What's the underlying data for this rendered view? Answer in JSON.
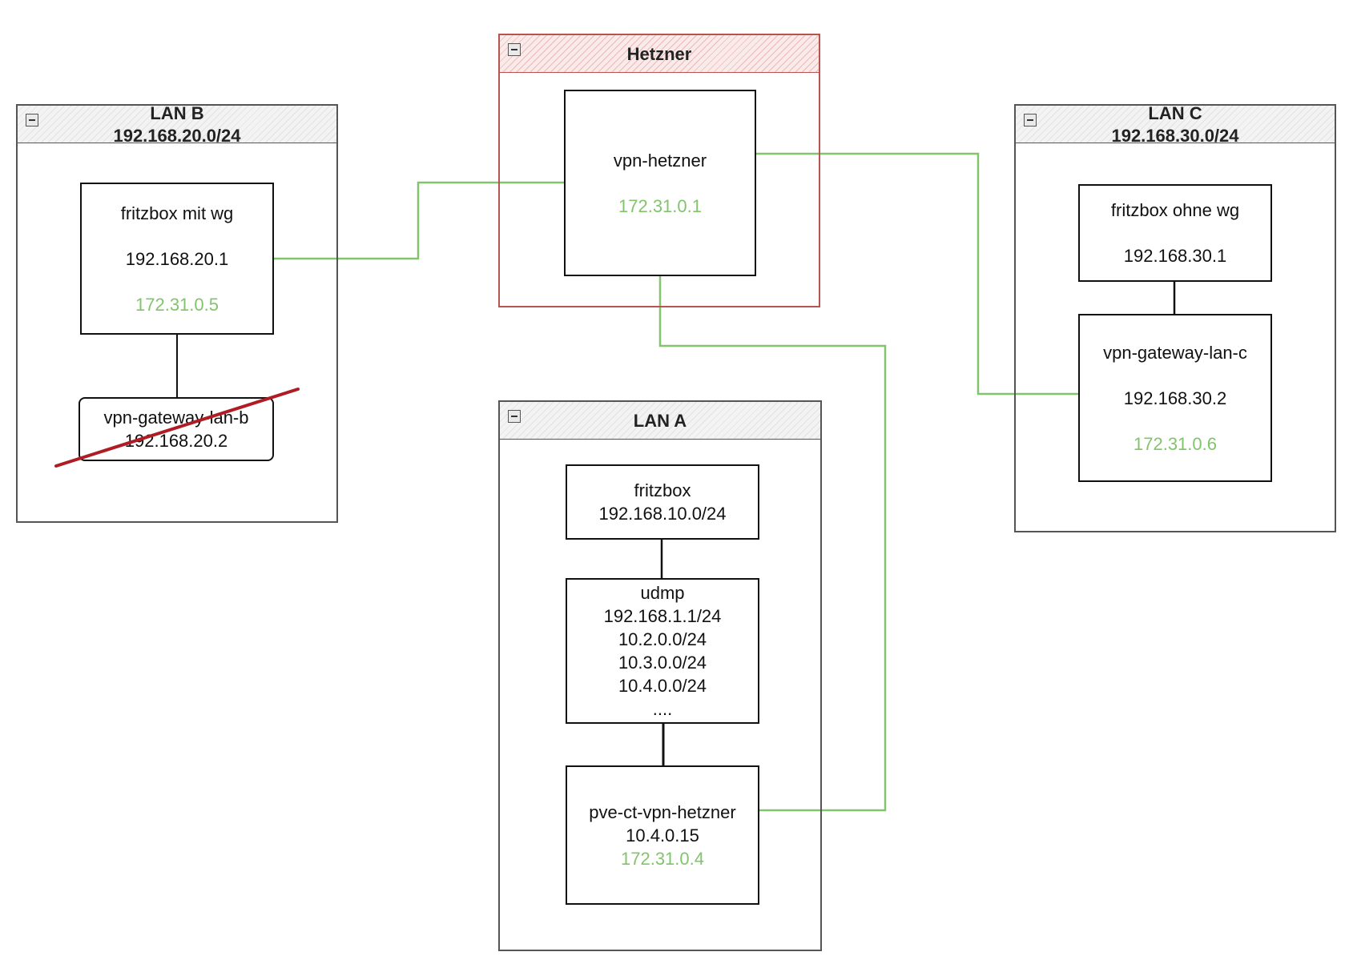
{
  "groups": {
    "lan_b": {
      "title": "LAN B",
      "subnet": "192.168.20.0/24"
    },
    "hetzner": {
      "title": "Hetzner"
    },
    "lan_c": {
      "title": "LAN C",
      "subnet": "192.168.30.0/24"
    },
    "lan_a": {
      "title": "LAN A"
    }
  },
  "nodes": {
    "fritzbox_mit_wg": {
      "name": "fritzbox mit wg",
      "ip": "192.168.20.1",
      "vpn_ip": "172.31.0.5"
    },
    "vpn_gateway_lan_b": {
      "name": "vpn-gateway-lan-b",
      "ip": "192.168.20.2",
      "status": "crossed-out"
    },
    "vpn_hetzner": {
      "name": "vpn-hetzner",
      "vpn_ip": "172.31.0.1"
    },
    "fritzbox_ohne_wg": {
      "name": "fritzbox ohne wg",
      "ip": "192.168.30.1"
    },
    "vpn_gateway_lan_c": {
      "name": "vpn-gateway-lan-c",
      "ip": "192.168.30.2",
      "vpn_ip": "172.31.0.6"
    },
    "fritzbox": {
      "name": "fritzbox",
      "subnet": "192.168.10.0/24"
    },
    "udmp": {
      "name": "udmp",
      "subnets": [
        "192.168.1.1/24",
        "10.2.0.0/24",
        "10.3.0.0/24",
        "10.4.0.0/24",
        "...."
      ]
    },
    "pve_ct_vpn_hetzner": {
      "name": "pve-ct-vpn-hetzner",
      "ip": "10.4.0.15",
      "vpn_ip": "172.31.0.4"
    }
  },
  "colors": {
    "vpn_link": "#82c46c",
    "lan_link": "#111111",
    "hetzner_border": "#b85450",
    "strike": "#b01c24"
  }
}
